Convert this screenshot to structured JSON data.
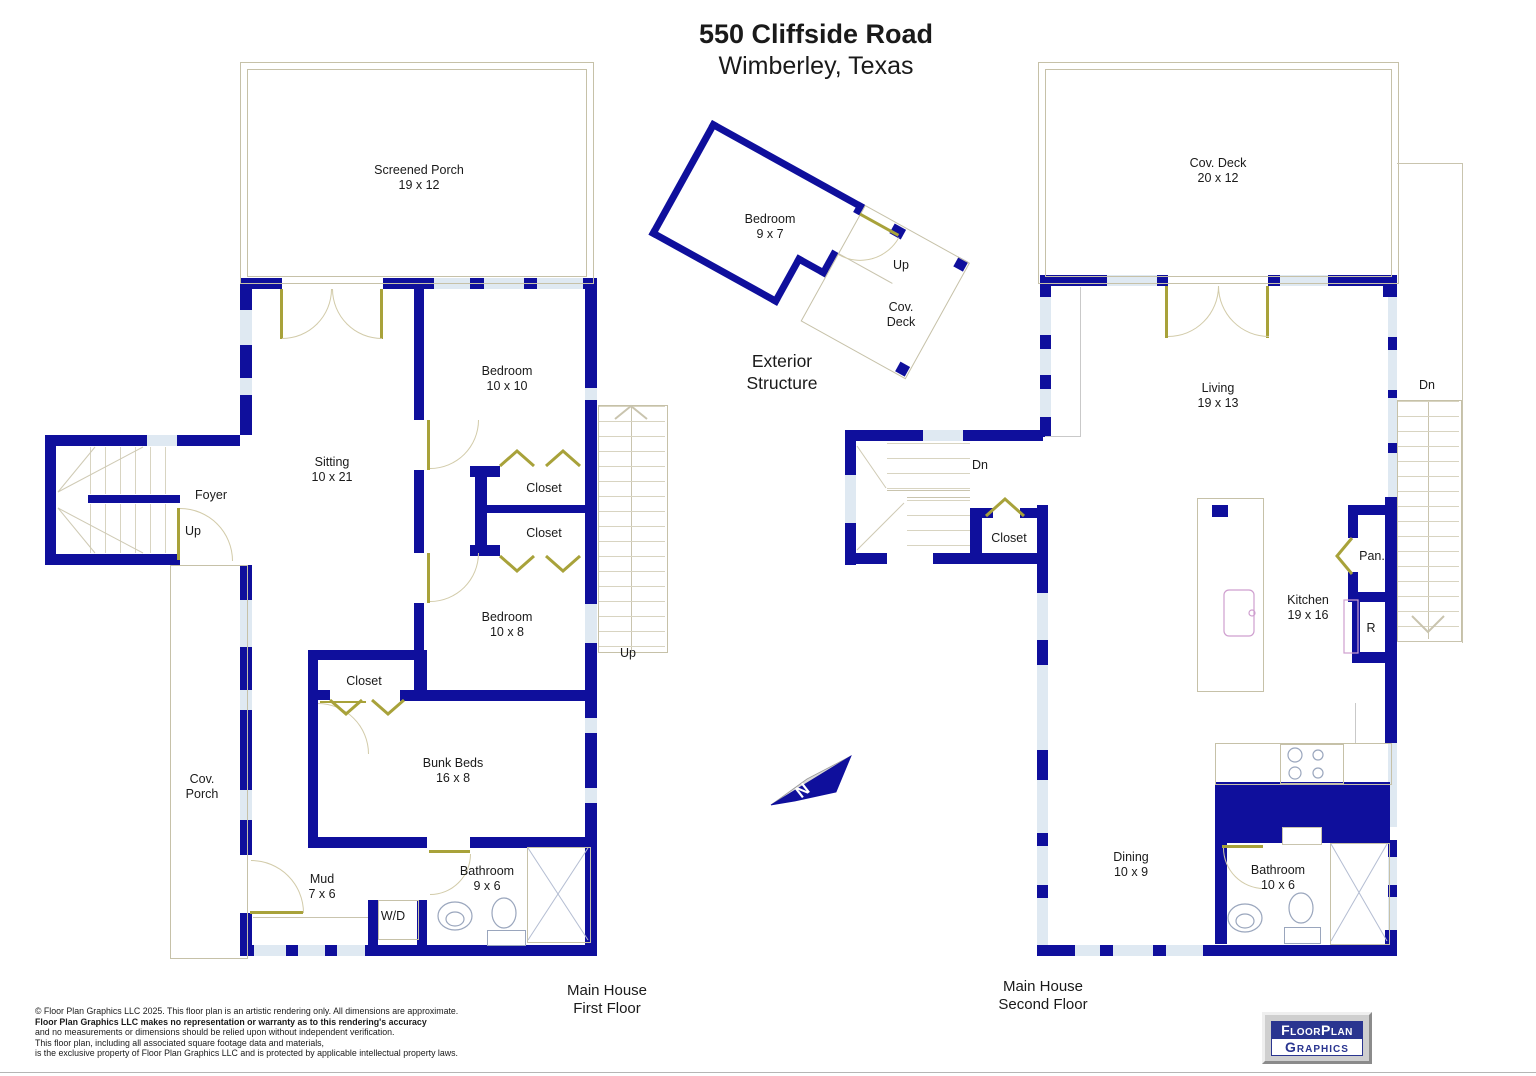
{
  "title": {
    "address": "550 Cliffside Road",
    "city": "Wimberley, Texas"
  },
  "floor1": {
    "caption": {
      "l1": "Main House",
      "l2": "First Floor"
    },
    "rooms": {
      "screened_porch": {
        "l1": "Screened Porch",
        "l2": "19 x 12"
      },
      "sitting": {
        "l1": "Sitting",
        "l2": "10 x 21"
      },
      "foyer": {
        "l1": "Foyer"
      },
      "foyer_up": {
        "l1": "Up"
      },
      "bedroom_upper": {
        "l1": "Bedroom",
        "l2": "10 x 10"
      },
      "closet_a": {
        "l1": "Closet"
      },
      "closet_b": {
        "l1": "Closet"
      },
      "bedroom_lower": {
        "l1": "Bedroom",
        "l2": "10 x 8"
      },
      "closet_c": {
        "l1": "Closet"
      },
      "bunk_beds": {
        "l1": "Bunk Beds",
        "l2": "16 x 8"
      },
      "cov_porch": {
        "l1": "Cov.",
        "l2": "Porch"
      },
      "mud": {
        "l1": "Mud",
        "l2": "7 x 6"
      },
      "wd": {
        "l1": "W/D"
      },
      "bathroom": {
        "l1": "Bathroom",
        "l2": "9 x 6"
      },
      "stairs_up": {
        "l1": "Up"
      }
    }
  },
  "floor2": {
    "caption": {
      "l1": "Main House",
      "l2": "Second Floor"
    },
    "rooms": {
      "cov_deck": {
        "l1": "Cov. Deck",
        "l2": "20 x 12"
      },
      "living": {
        "l1": "Living",
        "l2": "19 x 13"
      },
      "stairs_dn": {
        "l1": "Dn"
      },
      "closet": {
        "l1": "Closet"
      },
      "pantry": {
        "l1": "Pan."
      },
      "kitchen": {
        "l1": "Kitchen",
        "l2": "19 x 16"
      },
      "refrigerator": {
        "l1": "R"
      },
      "dining": {
        "l1": "Dining",
        "l2": "10 x 9"
      },
      "bathroom": {
        "l1": "Bathroom",
        "l2": "10 x 6"
      },
      "stairs_dn_exterior": {
        "l1": "Dn"
      }
    }
  },
  "exterior": {
    "caption": {
      "l1": "Exterior",
      "l2": "Structure"
    },
    "rooms": {
      "bedroom": {
        "l1": "Bedroom",
        "l2": "9 x 7"
      },
      "up": {
        "l1": "Up"
      },
      "cov_deck": {
        "l1": "Cov.",
        "l2": "Deck"
      }
    }
  },
  "compass": {
    "letter": "N"
  },
  "footer": {
    "lines": [
      "© Floor Plan Graphics LLC 2025. This floor plan is an artistic rendering only. All dimensions are approximate.",
      "Floor Plan Graphics LLC makes no representation or warranty as to this rendering's accuracy",
      "and no measurements or dimensions should be relied upon without independent verification.",
      "This floor plan, including all associated square footage data and materials,",
      "is the exclusive property of Floor Plan Graphics LLC and is protected by applicable intellectual property laws."
    ]
  },
  "logo": {
    "line1": "FloorPlan",
    "line2": "Graphics"
  },
  "colors": {
    "wall": "#0f0f9c",
    "window": "#dfe9f2",
    "door": "#a8a23a",
    "outline": "#c6c1a8",
    "logo_navy": "#2a3590"
  }
}
